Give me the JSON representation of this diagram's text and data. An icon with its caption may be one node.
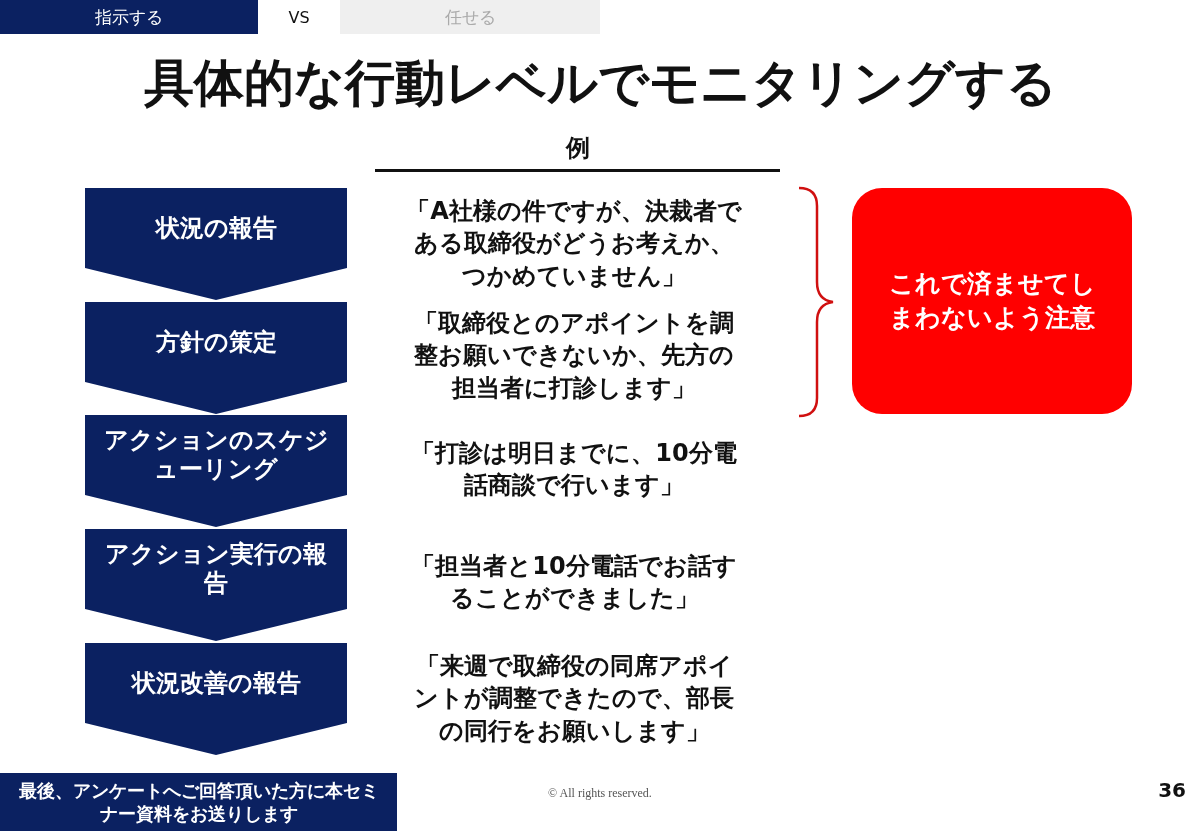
{
  "diagram": {
    "title": "具体的な行動レベルでモニタリングする",
    "nodes": [
      {
        "text": [
          "指示する"
        ]
      },
      {
        "text": [
          "任せる"
        ]
      },
      {
        "text": [
          "状況の報告"
        ]
      },
      {
        "text": [
          "方針の策定"
        ]
      },
      {
        "text": [
          "アクションのスケジューリング"
        ]
      },
      {
        "text": [
          "アクション実行の報告"
        ]
      },
      {
        "text": [
          "状況改善の報告"
        ]
      },
      {
        "text": [
          "これで済ませてしまわないよう注意"
        ]
      },
      {
        "text": [
          "最後、アンケートへご回答頂いた方に本セミナー資料をお送りします"
        ]
      }
    ],
    "labels": [
      "VS",
      "例",
      "「A社様の件ですが、決裁者である取締役がどうお考えか、つかめていません」",
      "「取締役とのアポイントを調整お願いできないか、先方の担当者に打診します」",
      "「打診は明日までに、10分電話商談で行います」",
      "「担当者と10分電話でお話することができました」",
      "「来週で取締役の同席アポイントが調整できたので、部長の同行をお願いします」",
      "© All rights reserved.",
      "36"
    ]
  }
}
